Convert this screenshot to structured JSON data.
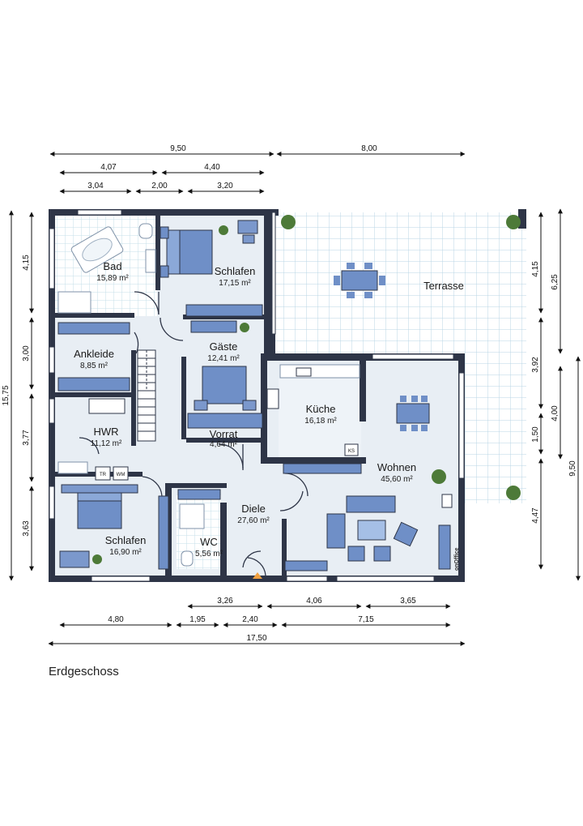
{
  "caption": "Erdgeschoss",
  "brand": "onOffice",
  "rooms": {
    "bad": {
      "name": "Bad",
      "area": "15,89 m²"
    },
    "schlafen1": {
      "name": "Schlafen",
      "area": "17,15 m²"
    },
    "terrasse": {
      "name": "Terrasse"
    },
    "ankleide": {
      "name": "Ankleide",
      "area": "8,85 m²"
    },
    "gaeste": {
      "name": "Gäste",
      "area": "12,41 m²"
    },
    "kueche": {
      "name": "Küche",
      "area": "16,18 m²"
    },
    "hwr": {
      "name": "HWR",
      "area": "11,12 m²"
    },
    "vorrat": {
      "name": "Vorrat",
      "area": "4,64 m²"
    },
    "wohnen": {
      "name": "Wohnen",
      "area": "45,60 m²"
    },
    "diele": {
      "name": "Diele",
      "area": "27,60 m²"
    },
    "schlafen2": {
      "name": "Schlafen",
      "area": "16,90 m²"
    },
    "wc": {
      "name": "WC",
      "area": "5,56 m²"
    }
  },
  "appliances": {
    "tr": "TR",
    "wm": "WM",
    "ks": "KS"
  },
  "dimensions": {
    "top": {
      "row1": [
        "9,50",
        "8,00"
      ],
      "row2": [
        "4,07",
        "4,40"
      ],
      "row3": [
        "3,04",
        "2,00",
        "3,20"
      ]
    },
    "left": {
      "outer": "15,75",
      "inner": [
        "4,15",
        "3,00",
        "3,77",
        "3,63"
      ]
    },
    "right": {
      "col1": [
        "4,15",
        "3,92",
        "1,50",
        "4,47"
      ],
      "col2": [
        "6,25",
        "4,00"
      ],
      "col3": "9,50"
    },
    "bottom": {
      "row1": [
        "3,26",
        "4,06",
        "3,65"
      ],
      "row2": [
        "4,80",
        "1,95",
        "2,40",
        "7,15"
      ],
      "row3": "17,50"
    }
  }
}
